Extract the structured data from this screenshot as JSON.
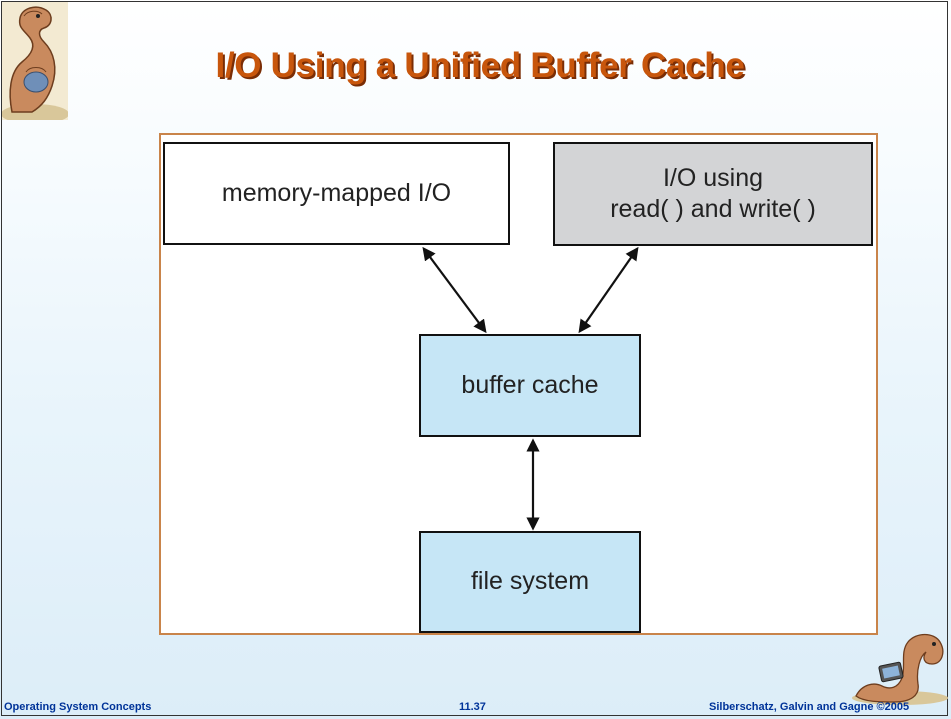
{
  "slide": {
    "title": "I/O Using a Unified Buffer Cache",
    "colors": {
      "title": "#c8560c",
      "footer": "#003399",
      "box_blue": "#c6e6f6",
      "box_gray": "#d3d4d6"
    }
  },
  "diagram": {
    "nodes": {
      "memory_mapped": {
        "label": "memory-mapped I/O"
      },
      "read_write": {
        "line1": "I/O using",
        "line2": "read( ) and write( )"
      },
      "buffer_cache": {
        "label": "buffer cache"
      },
      "file_system": {
        "label": "file system"
      }
    },
    "edges": [
      {
        "from": "memory-mapped I/O",
        "to": "buffer cache",
        "direction": "both"
      },
      {
        "from": "I/O using read( ) and write( )",
        "to": "buffer cache",
        "direction": "both"
      },
      {
        "from": "buffer cache",
        "to": "file system",
        "direction": "both"
      }
    ]
  },
  "footer": {
    "left": "Operating System Concepts",
    "center": "11.37",
    "right": "Silberschatz, Galvin and Gagne ©2005"
  },
  "icons": {
    "top_left": "dinosaur-logo-icon",
    "bottom_right": "dinosaur-laptop-icon"
  }
}
